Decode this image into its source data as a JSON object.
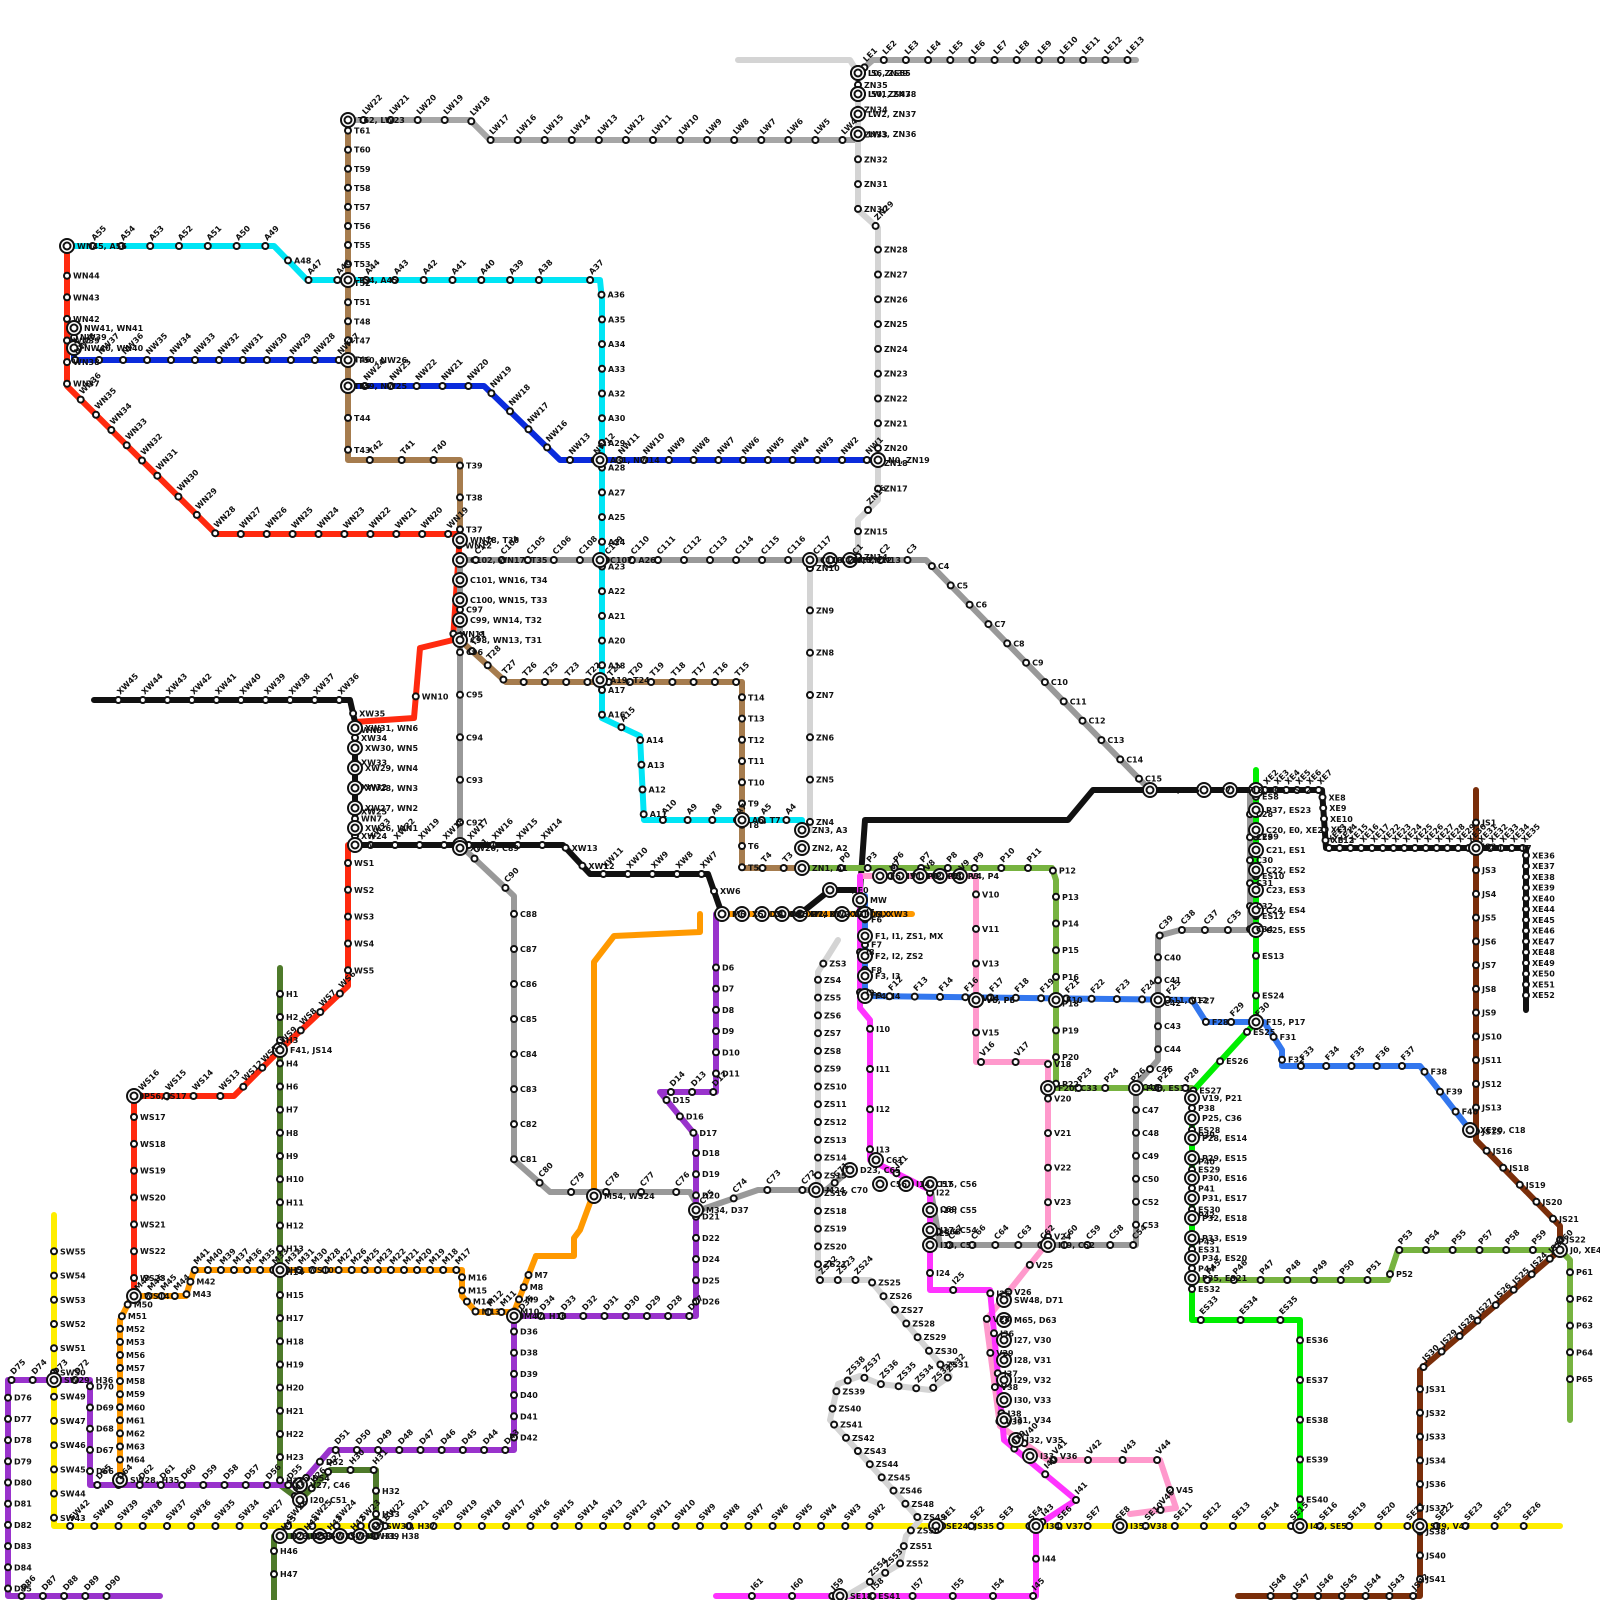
{
  "lines": [
    {
      "id": "grey-light-north",
      "color": "#d4d4d4"
    },
    {
      "id": "LE",
      "color": "#a6a6a6"
    },
    {
      "id": "LW",
      "color": "#a6a6a6"
    },
    {
      "id": "ZN",
      "color": "#d4d4d4"
    },
    {
      "id": "T",
      "color": "#a67c4e"
    },
    {
      "id": "A",
      "color": "#00e5f5"
    },
    {
      "id": "NW",
      "color": "#0a2bdc"
    },
    {
      "id": "WN",
      "color": "#ff2a0f"
    },
    {
      "id": "C",
      "color": "#999999"
    },
    {
      "id": "XW",
      "color": "#111111"
    },
    {
      "id": "XE",
      "color": "#111111"
    },
    {
      "id": "WS",
      "color": "#ff2a0f"
    },
    {
      "id": "H",
      "color": "#4e7a2a"
    },
    {
      "id": "M",
      "color": "#ff9900"
    },
    {
      "id": "D",
      "color": "#9933cc"
    },
    {
      "id": "SW",
      "color": "#ffee00"
    },
    {
      "id": "P",
      "color": "#77b340"
    },
    {
      "id": "V",
      "color": "#ff99cc"
    },
    {
      "id": "I",
      "color": "#ff33ff"
    },
    {
      "id": "F",
      "color": "#3377ee"
    },
    {
      "id": "ES",
      "color": "#00ee00"
    },
    {
      "id": "JS",
      "color": "#7a2e0a"
    },
    {
      "id": "ZS",
      "color": "#d4d4d4"
    }
  ],
  "stations": {
    "LE": [
      "LE1",
      "LE2",
      "LE3",
      "LE4",
      "LE5",
      "LE6",
      "LE7",
      "LE8",
      "LE9",
      "LE10",
      "LE11",
      "LE12",
      "LE13"
    ],
    "LW": [
      "LW22",
      "LW21",
      "LW20",
      "LW19",
      "LW18",
      "LW17",
      "LW16",
      "LW15",
      "LW14",
      "LW13",
      "LW12",
      "LW11",
      "LW10",
      "LW9",
      "LW8",
      "LW7",
      "LW6",
      "LW5",
      "LW4"
    ],
    "ZN_top": [
      "ZN35",
      "ZN34",
      "ZN33",
      "ZN32",
      "ZN31",
      "ZN30",
      "ZN29",
      "ZN28",
      "ZN27",
      "ZN26",
      "ZN25",
      "ZN24",
      "ZN23",
      "ZN22",
      "ZN21",
      "ZN20"
    ],
    "ZN_mid": [
      "ZN18",
      "ZN17",
      "ZN16",
      "ZN15",
      "ZN14"
    ],
    "ZN_low": [
      "ZN10",
      "ZN9",
      "ZN8",
      "ZN7",
      "ZN6",
      "ZN5",
      "ZN4"
    ],
    "T_top": [
      "T61",
      "T60",
      "T59",
      "T58",
      "T57",
      "T56",
      "T55",
      "T53",
      "T52",
      "T51",
      "T48",
      "T47",
      "T46"
    ],
    "T_mid": [
      "T45",
      "T44",
      "T43",
      "T42",
      "T41",
      "T40",
      "T39",
      "T38",
      "T37"
    ],
    "T_low": [
      "T29",
      "T28",
      "T27",
      "T26",
      "T25",
      "T23",
      "T22",
      "T21",
      "T20",
      "T19",
      "T18",
      "T17",
      "T16",
      "T15",
      "T14",
      "T13",
      "T12",
      "T11",
      "T10",
      "T9",
      "T8",
      "T6",
      "T5",
      "T4",
      "T3"
    ],
    "A_top": [
      "A55",
      "A54",
      "A53",
      "A52",
      "A51",
      "A50",
      "A49",
      "A48",
      "A47",
      "A46",
      "A44",
      "A43",
      "A42",
      "A41",
      "A40",
      "A39",
      "A38"
    ],
    "A_down": [
      "A37",
      "A36",
      "A35",
      "A34",
      "A33",
      "A32",
      "A30",
      "A29",
      "A28",
      "A27",
      "A25",
      "A24",
      "A23",
      "A22",
      "A21",
      "A20",
      "A18",
      "A17",
      "A16",
      "A15",
      "A14",
      "A13",
      "A12",
      "A11",
      "A10",
      "A9",
      "A8",
      "A7",
      "A5",
      "A4"
    ],
    "NW_top": [
      "NW39",
      "NW38",
      "NW37",
      "NW36",
      "NW35",
      "NW34",
      "NW33",
      "NW32",
      "NW31",
      "NW30",
      "NW29",
      "NW28",
      "NW27"
    ],
    "NW_mid": [
      "NW24",
      "NW23",
      "NW22",
      "NW21",
      "NW20",
      "NW19",
      "NW18",
      "NW17",
      "NW16"
    ],
    "NW_east": [
      "NW13",
      "NW12",
      "NW11",
      "NW10",
      "NW9",
      "NW8",
      "NW7",
      "NW6",
      "NW5",
      "NW4",
      "NW3",
      "NW2",
      "NW1"
    ],
    "WN_west": [
      "WN44",
      "WN43",
      "WN42",
      "WN39",
      "WN38",
      "WN37",
      "WN36",
      "WN35",
      "WN34",
      "WN33",
      "WN32",
      "WN31"
    ],
    "WN_mid": [
      "WN30",
      "WN29",
      "WN28",
      "WN27",
      "WN26",
      "WN25",
      "WN24",
      "WN23",
      "WN22",
      "WN21",
      "WN20",
      "WN19"
    ],
    "WN_low": [
      "WN12",
      "WN11",
      "WN10",
      "WN8",
      "WN7"
    ],
    "C_east": [
      "C103",
      "C104",
      "C105",
      "C106",
      "C108",
      "C109",
      "C110",
      "C111",
      "C112",
      "C113",
      "C114",
      "C115",
      "C116",
      "C117"
    ],
    "C_se": [
      "C1",
      "C2",
      "C3",
      "C4",
      "C5",
      "C6",
      "C7",
      "C8",
      "C9",
      "C10",
      "C11",
      "C12",
      "C13",
      "C14",
      "C15"
    ],
    "C_west": [
      "C97",
      "C96",
      "C95",
      "C94",
      "C93",
      "C92",
      "C91",
      "C90"
    ],
    "C_sw": [
      "C88",
      "C87",
      "C86",
      "C85",
      "C84",
      "C83",
      "C82",
      "C81",
      "C80",
      "C79",
      "C78",
      "C77",
      "C76",
      "C75",
      "C74",
      "C73",
      "C72",
      "C71"
    ],
    "C_south": [
      "C69",
      "C68",
      "C67",
      "C66",
      "C64",
      "C63",
      "C62",
      "C60",
      "C59",
      "C58",
      "C54",
      "C53",
      "C52",
      "C50",
      "C49",
      "C48",
      "C47",
      "C46",
      "C45",
      "C44",
      "C43",
      "C42",
      "C41",
      "C40",
      "C39",
      "C38",
      "C37",
      "C35",
      "C34",
      "C32",
      "C31",
      "C30",
      "C29",
      "C28"
    ],
    "XW": [
      "XW45",
      "XW44",
      "XW43",
      "XW42",
      "XW41",
      "XW40",
      "XW39",
      "XW38",
      "XW37",
      "XW36",
      "XW35",
      "XW34",
      "XW33",
      "XW32",
      "XW25",
      "XW24",
      "XW23",
      "XW22",
      "XW19",
      "XW18",
      "XW17",
      "XW16",
      "XW15",
      "XW14",
      "XW13",
      "XW12",
      "XW11",
      "XW10",
      "XW9",
      "XW8",
      "XW7",
      "XW6"
    ],
    "XE": [
      "XE2",
      "XE3",
      "XE4",
      "XE5",
      "XE6",
      "XE7",
      "XE8",
      "XE9",
      "XE10",
      "XE11",
      "XE12",
      "XE13",
      "XE14",
      "XE15",
      "XE16",
      "XE17",
      "XE22",
      "XE23",
      "XE24",
      "XE25",
      "XE26",
      "XE27",
      "XE28",
      "XE29",
      "XE30",
      "XE31",
      "XE32",
      "XE33",
      "XE34",
      "XE35",
      "XE36",
      "XE37",
      "XE38",
      "XE39",
      "XE40",
      "XE44",
      "XE45",
      "XE46",
      "XE47",
      "XE48",
      "XE49",
      "XE50",
      "XE51",
      "XE52"
    ],
    "WS": [
      "WS1",
      "WS2",
      "WS3",
      "WS4",
      "WS5",
      "WS6",
      "WS7",
      "WS8",
      "WS9",
      "WS11",
      "WS12",
      "WS13",
      "WS14",
      "WS15",
      "WS16",
      "WS17",
      "WS18",
      "WS19",
      "WS20",
      "WS21",
      "WS22",
      "WS23"
    ],
    "H": [
      "H1",
      "H2",
      "H3",
      "H4",
      "H6",
      "H7",
      "H8",
      "H9",
      "H10",
      "H11",
      "H12",
      "H13",
      "H14",
      "H15",
      "H17",
      "H18",
      "H19",
      "H20",
      "H21",
      "H22",
      "H23",
      "H24",
      "H25",
      "H26",
      "H27",
      "H30",
      "H31",
      "H32",
      "H33",
      "H41",
      "H42",
      "H43",
      "H44",
      "H45",
      "H46",
      "H47"
    ],
    "M": [
      "M7",
      "M8",
      "M9",
      "M10",
      "M11",
      "M12",
      "M13",
      "M14",
      "M15",
      "M16",
      "M17",
      "M18",
      "M19",
      "M20",
      "M21",
      "M22",
      "M23",
      "M25",
      "M26",
      "M27",
      "M28",
      "M30",
      "M31",
      "M32",
      "M33",
      "M35",
      "M36",
      "M37",
      "M39",
      "M40",
      "M41",
      "M42",
      "M43",
      "M44",
      "M45",
      "M46",
      "M49",
      "M50",
      "M51",
      "M52",
      "M53",
      "M56",
      "M57",
      "M58",
      "M59",
      "M60",
      "M61",
      "M62",
      "M63",
      "M64"
    ],
    "D": [
      "D6",
      "D7",
      "D8",
      "D9",
      "D10",
      "D11",
      "D12",
      "D13",
      "D14",
      "D15",
      "D16",
      "D17",
      "D18",
      "D19",
      "D20",
      "D21",
      "D22",
      "D24",
      "D25",
      "D26",
      "D27",
      "D28",
      "D29",
      "D30",
      "D31",
      "D32",
      "D33",
      "D34",
      "D35",
      "D36",
      "D38",
      "D39",
      "D40",
      "D41",
      "D42",
      "D43",
      "D44",
      "D45",
      "D46",
      "D47",
      "D48",
      "D49",
      "D50",
      "D51",
      "D52",
      "D54",
      "D55",
      "D56",
      "D57",
      "D58",
      "D59",
      "D60",
      "D61",
      "D62",
      "D64",
      "D65",
      "D66",
      "D67",
      "D68",
      "D69",
      "D70",
      "D72",
      "D73",
      "D74",
      "D75",
      "D76",
      "D77",
      "D78",
      "D79",
      "D80",
      "D81",
      "D82",
      "D83",
      "D84",
      "D85",
      "D86",
      "D87",
      "D88",
      "D89",
      "D90"
    ],
    "SW": [
      "SW55",
      "SW54",
      "SW53",
      "SW52",
      "SW51",
      "SW50",
      "SW49",
      "SW47",
      "SW46",
      "SW45",
      "SW44",
      "SW43",
      "SW42",
      "SW40",
      "SW39",
      "SW38",
      "SW37",
      "SW36",
      "SW35",
      "SW34",
      "SW27",
      "SW26",
      "SW25",
      "SW24",
      "SW23",
      "SW22",
      "SW21",
      "SW20",
      "SW19",
      "SW18",
      "SW17",
      "SW16",
      "SW15",
      "SW14",
      "SW13",
      "SW12",
      "SW11",
      "SW10",
      "SW9",
      "SW8",
      "SW7",
      "SW6",
      "SW5",
      "SW4",
      "SW3",
      "SW2"
    ],
    "P": [
      "P0",
      "P3",
      "P6",
      "P7",
      "P8",
      "P9",
      "P10",
      "P11",
      "P12",
      "P13",
      "P14",
      "P15",
      "P16",
      "P18",
      "P19",
      "P20",
      "P22",
      "P23",
      "P24",
      "P26",
      "P27",
      "P28",
      "P38",
      "P39",
      "P40",
      "P41",
      "P42",
      "P43",
      "P44",
      "P45",
      "P46",
      "P47",
      "P48",
      "P49",
      "P50",
      "P51",
      "P52",
      "P53",
      "P54",
      "P55",
      "P57",
      "P58",
      "P59",
      "P60",
      "P61",
      "P62",
      "P63",
      "P64",
      "P65"
    ],
    "V": [
      "V7",
      "V8",
      "V9",
      "V10",
      "V11",
      "V13",
      "V14",
      "V15",
      "V16",
      "V17",
      "V18",
      "V20",
      "V21",
      "V22",
      "V23",
      "V24",
      "V25",
      "V26",
      "V28",
      "V29",
      "V38",
      "V39",
      "V40",
      "V41",
      "V42",
      "V43",
      "V44",
      "V45",
      "V46"
    ],
    "I": [
      "I7",
      "I8",
      "I9",
      "I10",
      "I11",
      "I12",
      "I13",
      "I21",
      "I22",
      "I23",
      "I24",
      "I25",
      "I26",
      "I36",
      "I37",
      "I38",
      "I39",
      "I40",
      "I41",
      "I43",
      "I44",
      "I45",
      "I54",
      "I55",
      "I57",
      "I58",
      "I59",
      "I60",
      "I61"
    ],
    "F": [
      "F6",
      "F7",
      "F8",
      "F9",
      "F12",
      "F13",
      "F14",
      "F16",
      "F17",
      "F18",
      "F19",
      "F21",
      "F22",
      "F23",
      "F24",
      "F25",
      "F27",
      "F28",
      "F29",
      "F30",
      "F31",
      "F32",
      "F33",
      "F34",
      "F35",
      "F36",
      "F37",
      "F38",
      "F39",
      "F40"
    ],
    "ES": [
      "ES8",
      "ES9",
      "ES10",
      "ES12",
      "ES13",
      "ES24",
      "ES25",
      "ES26",
      "ES27",
      "ES28",
      "ES29",
      "ES30",
      "ES31",
      "ES32",
      "ES33",
      "ES34",
      "ES35",
      "ES36",
      "ES37",
      "ES38",
      "ES39",
      "ES40"
    ],
    "JS": [
      "JS1",
      "JS2",
      "JS3",
      "JS4",
      "JS5",
      "JS6",
      "JS7",
      "JS8",
      "JS9",
      "JS10",
      "JS11",
      "JS12",
      "JS13",
      "JS15",
      "JS16",
      "JS18",
      "JS19",
      "JS20",
      "JS21",
      "JS22",
      "JS23",
      "JS24",
      "JS25",
      "JS26",
      "JS27",
      "JS28",
      "JS29",
      "JS30",
      "JS31",
      "JS32",
      "JS33",
      "JS34",
      "JS36",
      "JS37",
      "JS38",
      "JS40",
      "JS41",
      "JS42",
      "JS43",
      "JS44",
      "JS45",
      "JS46",
      "JS47",
      "JS48"
    ],
    "ZS": [
      "ZS3",
      "ZS4",
      "ZS5",
      "ZS6",
      "ZS7",
      "ZS8",
      "ZS9",
      "ZS10",
      "ZS11",
      "ZS12",
      "ZS13",
      "ZS14",
      "ZS15",
      "ZS16",
      "ZS18",
      "ZS19",
      "ZS20",
      "ZS21",
      "ZS22",
      "ZS23",
      "ZS24",
      "ZS25",
      "ZS26",
      "ZS27",
      "ZS28",
      "ZS29",
      "ZS30",
      "ZS31",
      "ZS32",
      "ZS33",
      "ZS34",
      "ZS35",
      "ZS36",
      "ZS37",
      "ZS38",
      "ZS39",
      "ZS40",
      "ZS41",
      "ZS42",
      "ZS43",
      "ZS44",
      "ZS45",
      "ZS46",
      "ZS48",
      "ZS49",
      "ZS50",
      "ZS51",
      "ZS52",
      "ZS53",
      "ZS54"
    ],
    "SE": [
      "SE1",
      "SE2",
      "SE3",
      "SE4",
      "SE6",
      "SE7",
      "SE8",
      "SE10",
      "SE11",
      "SE12",
      "SE13",
      "SE14",
      "SE15",
      "SE16",
      "SE19",
      "SE20",
      "SE21",
      "SE22",
      "SE23",
      "SE25",
      "SE26"
    ]
  },
  "interchanges": [
    "L0, ZN39",
    "LW1, ZN38",
    "LW2, ZN37",
    "LW3, ZN36",
    "T62, LW23",
    "WN45, A56",
    "NW41, WN41",
    "NW40, WN40",
    "T54, A45",
    "T50, NW26",
    "T49, NW25",
    "A31, NW14",
    "N0, ZN19",
    "WN18, T36",
    "C102, WN17, T35",
    "C101, WN16, T34",
    "C100, WN15, T33",
    "C99, WN14, T32",
    "C98, WN13, T31",
    "C107, A26",
    "C118, ZN11",
    "C119, ZN12",
    "C0, ZN13",
    "A19, T24",
    "XW31, WN6",
    "XW30, WN5",
    "XW29, WN4",
    "XW28, WN3",
    "XW27, WN2",
    "XW26, WN1",
    "W0",
    "XW21",
    "XW20, C89",
    "A6, T7",
    "ZN3, A3",
    "ZN2, A2",
    "ZN1, A1",
    "X0, E0",
    "M6",
    "X5, D5, XW5",
    "X4, D4, XW4",
    "M2, D2, XW2",
    "M1, D1, XW1",
    "X3, D3, XW3",
    "MW",
    "MX",
    "F1, I1, ZS1, MX",
    "F2, I2, ZS2",
    "F3, I3",
    "F4, I4",
    "F5, I5",
    "V1, P0, XE1",
    "V2, P2",
    "V3, P3",
    "V4, P4",
    "V5, P5",
    "V6, P6",
    "F10",
    "F11, V12",
    "F15, P17",
    "F20, C33",
    "F26, ES11",
    "V19, P21",
    "P25, C36",
    "P28, ES14",
    "P29, ES15",
    "P30, ES16",
    "P31, ES17",
    "P32, ES18",
    "P33, ES19",
    "P34, ES20",
    "P35, ES21",
    "P36, ES22",
    "P37, ES23",
    "C20, E0, XE21",
    "C21, ES1",
    "C22, ES2",
    "C23, ES3",
    "C24, ES4",
    "C25, ES5",
    "C26, ES6",
    "C27, ES7",
    "XE18, C16",
    "XE19, C17",
    "XE20, C18",
    "J0, XE42",
    "F41, JS14",
    "P56, JS17",
    "H5, WS10",
    "WS14",
    "M47, H16",
    "M54, WS24",
    "M34, D37",
    "M24, C70",
    "D23, C65",
    "C61",
    "C56",
    "I14, C57",
    "I15, C56",
    "I16, C55",
    "I17, C54",
    "I18, C53",
    "I19, C52",
    "I20, C51",
    "V27, C46",
    "H28, D53",
    "H29",
    "SW33, H40",
    "SW32, H39",
    "SW31, H38",
    "SW30, H37",
    "SW29, H36",
    "SW28, H35",
    "SW48, D71",
    "M65, D63",
    "I27, V30",
    "I28, V31",
    "I29, V32",
    "I30, V33",
    "I31, V34",
    "I32, V35",
    "I33, V36",
    "I34, V37",
    "I35, V38",
    "I42, SE5",
    "SE9, V47",
    "SE18, ES41",
    "SE24, JS35",
    "I56, ZS55",
    "I50, ZS47"
  ]
}
